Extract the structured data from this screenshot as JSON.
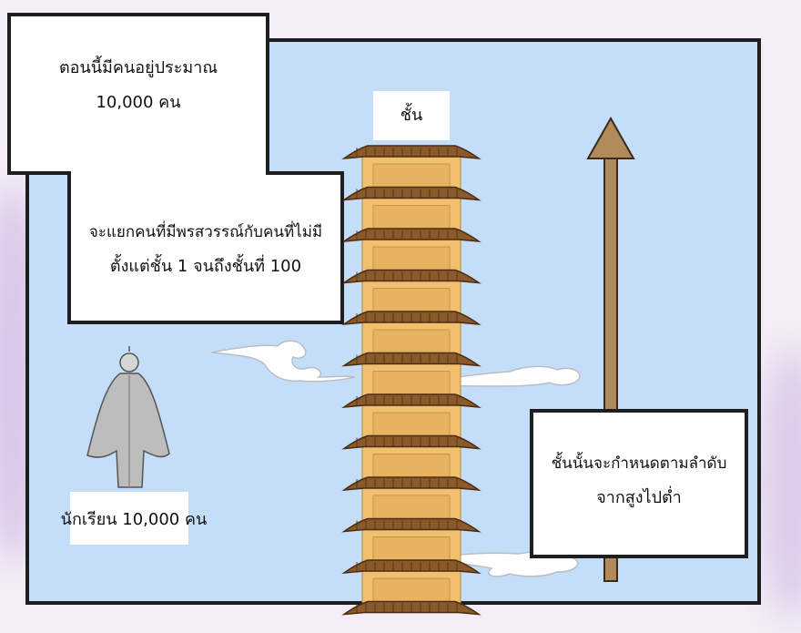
{
  "colors": {
    "sky": "#c4ddf8",
    "border": "#1e1e1e",
    "tower_wall": "#f0c070",
    "roof": "#8a5a2a",
    "arrow": "#b08a5a"
  },
  "caption_top": {
    "line1": "ตอนนี้มีคนอยู่ประมาณ",
    "line2": "10,000 คน"
  },
  "caption_middle": {
    "line1": "จะแยกคนที่มีพรสวรรณ์กับคนที่ไม่มี",
    "line2": "ตั้งแต่ชั้น 1 จนถึงชั้นที่ 100"
  },
  "tower_label": "ชั้น",
  "students_label": "นักเรียน 10,000 คน",
  "caption_right": {
    "line1": "ชั้นนั้นจะกำหนดตามลำดับ",
    "line2": "จากสูงไปต่ำ"
  },
  "icons": [
    "scholar-figure-icon",
    "pagoda-tower-icon",
    "up-arrow-icon",
    "cloud-icon"
  ]
}
